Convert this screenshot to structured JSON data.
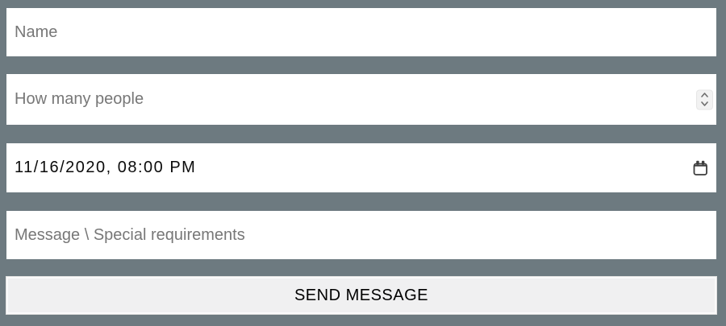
{
  "page": {
    "background_color": "#6d7a80"
  },
  "form": {
    "fields": {
      "name": {
        "placeholder": "Name"
      },
      "people": {
        "placeholder": "How many people",
        "stepper_icon": "up-down-chevrons"
      },
      "datetime": {
        "value": "11/16/2020, 08:00 PM",
        "icon": "calendar-icon"
      },
      "message": {
        "placeholder": "Message \\ Special requirements"
      }
    },
    "submit": {
      "label": "SEND MESSAGE"
    }
  },
  "colors": {
    "background": "#6d7a80",
    "field_background": "#ffffff",
    "placeholder_text": "#777777",
    "value_text": "#0b0b0b",
    "button_background": "#f0f0f1",
    "button_text": "#000000"
  }
}
